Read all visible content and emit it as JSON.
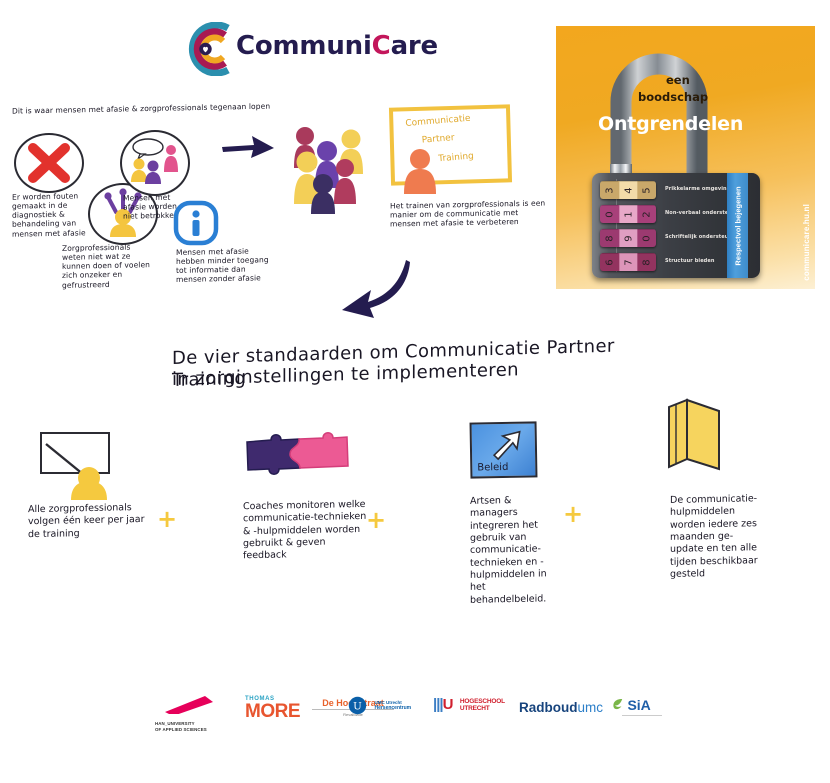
{
  "brand": {
    "name_part1": "Communi",
    "name_part2": "C",
    "name_part3": "are",
    "colors": {
      "dark_navy": "#241c4f",
      "pink": "#c3165b",
      "teal": "#2b8fae",
      "orange": "#f0a722"
    }
  },
  "problem_section": {
    "intro": "Dit is waar mensen met afasie & zorgprofessionals tegenaan lopen",
    "items": [
      {
        "icon": "red-cross-icon",
        "caption": "Er worden fouten gemaakt in de diagnostiek & behandeling van mensen met afasie"
      },
      {
        "icon": "confused-person-icon",
        "caption": "Zorgprofessionals weten niet wat ze kunnen doen of voelen zich onzeker en gefrustreerd"
      },
      {
        "icon": "two-people-speech-icon",
        "caption": "Mensen met afasie worden niet betrokken"
      },
      {
        "icon": "information-icon",
        "caption": "Mensen met afasie hebben minder toegang tot informatie dan mensen zonder afasie"
      }
    ]
  },
  "solution_section": {
    "whiteboard_lines": [
      "Communicatie",
      "Partner",
      "Training"
    ],
    "caption": "Het trainen van zorgprofessionals is een manier om de communicatie met mensen met afasie te verbeteren"
  },
  "poster": {
    "title": "Ontgrendelen",
    "subtitle_line1": "een",
    "subtitle_line2": "boodschap",
    "sidebar_label": "Respectvol bejegenen",
    "url": "communicare.hu.nl",
    "dials": [
      {
        "digits": [
          "3",
          "4",
          "5"
        ],
        "label": "Prikkelarme omgeving",
        "color": "#c9a86a"
      },
      {
        "digits": [
          "0",
          "1",
          "2"
        ],
        "label": "Non-verbaal ondersteunen",
        "color": "#b0477f"
      },
      {
        "digits": [
          "8",
          "9",
          "0"
        ],
        "label": "Schriftelijk ondersteunen",
        "color": "#a23c73"
      },
      {
        "digits": [
          "6",
          "7",
          "8"
        ],
        "label": "Structuur bieden",
        "color": "#9c3668"
      }
    ]
  },
  "headline": {
    "line1": "De vier standaarden om  Communicatie Partner Training",
    "line2": "in zorginstellingen te implementeren"
  },
  "standards": [
    {
      "icon": "teacher-presenting-icon",
      "text": "Alle zorgprofessionals volgen één keer per jaar de training",
      "plus": "+"
    },
    {
      "icon": "puzzle-pieces-icon",
      "text": "Coaches monitoren welke communicatie-technieken & -hulpmiddelen worden gebruikt & geven feedback",
      "plus": "+"
    },
    {
      "icon": "policy-arrow-icon",
      "icon_label": "Beleid",
      "text": "Artsen & managers integreren het gebruik van communicatie-technieken en -hulpmiddelen in het behandelbeleid.",
      "plus": "+"
    },
    {
      "icon": "open-book-icon",
      "text": "De communicatie-hulpmiddelen worden iedere zes maanden ge-update en ten alle tijden beschikbaar gesteld",
      "plus": ""
    }
  ],
  "partners": [
    {
      "name": "HAN University of Applied Sciences",
      "line1": "HAN_UNIVERSITY",
      "line2": "OF APPLIED SCIENCES"
    },
    {
      "name": "Thomas More",
      "line1": "THOMAS",
      "line2": "MORE"
    },
    {
      "name": "De Hoogstraat Revalidatie",
      "line1": "De Hoogstraat",
      "line2": "Revalidatie"
    },
    {
      "name": "UMC Utrecht Hersencentrum",
      "line1": "UMC Utrecht",
      "line2": "Hersencentrum"
    },
    {
      "name": "Hogeschool Utrecht",
      "line1": "HOGESCHOOL",
      "line2": "UTRECHT"
    },
    {
      "name": "Radboudumc",
      "line1": "Radboud",
      "line2": "umc"
    },
    {
      "name": "SIA",
      "line1": "SiA",
      "line2": ""
    }
  ]
}
